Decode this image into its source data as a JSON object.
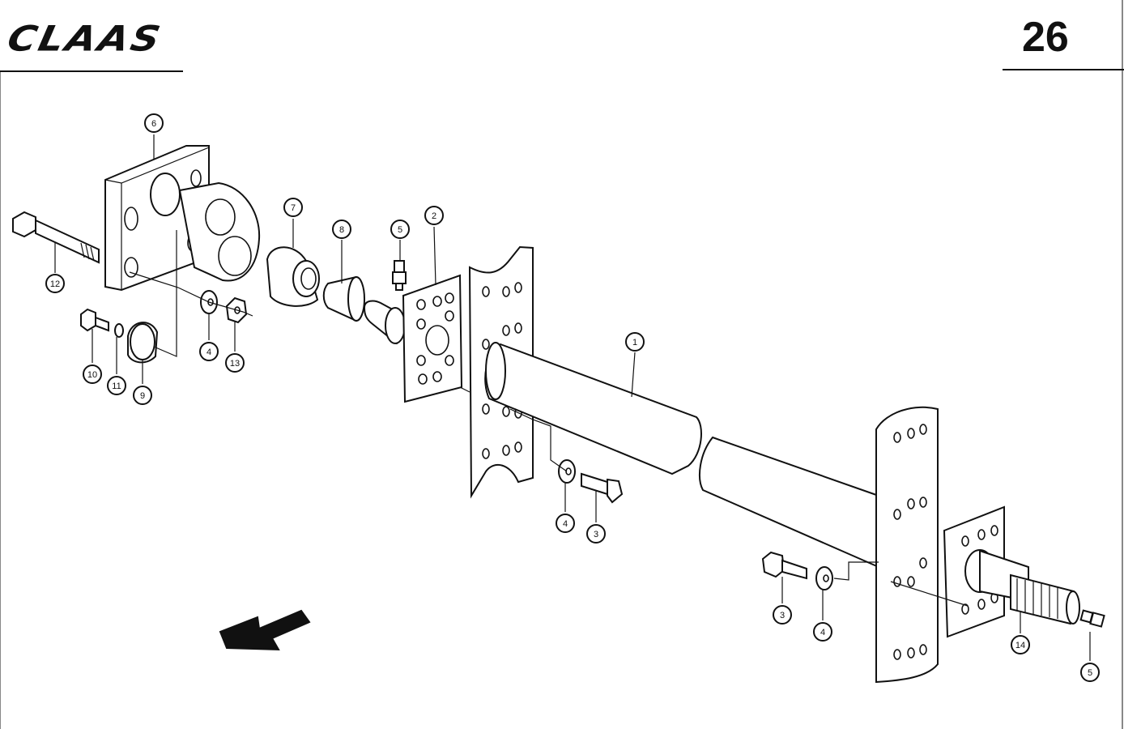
{
  "header": {
    "brand": "CLAAS",
    "page_number": "26"
  },
  "callouts": [
    {
      "id": "c6",
      "label": "6"
    },
    {
      "id": "c12",
      "label": "12"
    },
    {
      "id": "c7",
      "label": "7"
    },
    {
      "id": "c8",
      "label": "8"
    },
    {
      "id": "c5a",
      "label": "5"
    },
    {
      "id": "c2",
      "label": "2"
    },
    {
      "id": "c4a",
      "label": "4"
    },
    {
      "id": "c13",
      "label": "13"
    },
    {
      "id": "c10",
      "label": "10"
    },
    {
      "id": "c11",
      "label": "11"
    },
    {
      "id": "c9",
      "label": "9"
    },
    {
      "id": "c1",
      "label": "1"
    },
    {
      "id": "c4b",
      "label": "4"
    },
    {
      "id": "c3a",
      "label": "3"
    },
    {
      "id": "c3b",
      "label": "3"
    },
    {
      "id": "c4c",
      "label": "4"
    },
    {
      "id": "c14",
      "label": "14"
    },
    {
      "id": "c5b",
      "label": "5"
    }
  ],
  "icons": {
    "direction_arrow": "arrow-left-down-icon"
  }
}
